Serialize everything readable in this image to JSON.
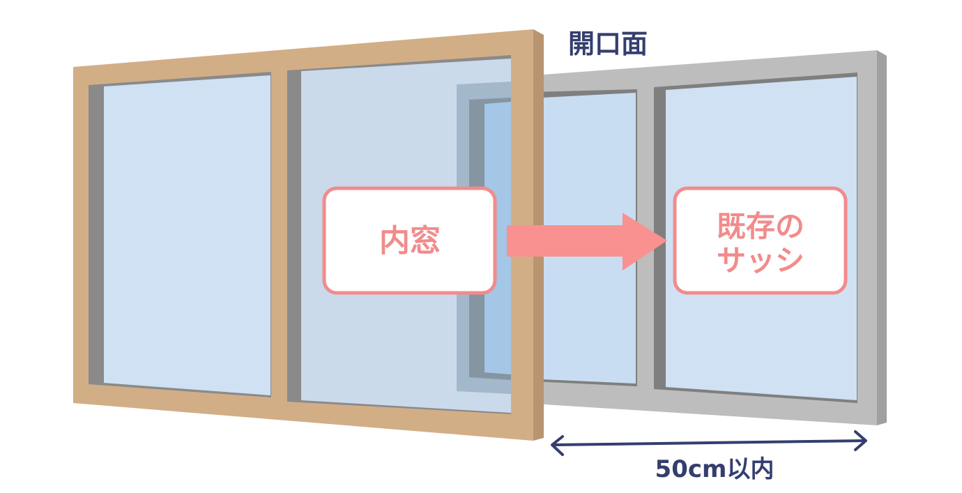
{
  "labels": {
    "opening_face": "開口面",
    "inner_window": "内窓",
    "existing_sash_line1": "既存の",
    "existing_sash_line2": "サッシ",
    "distance": "50cm以内"
  },
  "colors": {
    "inner_frame": "#d2ae86",
    "inner_frame_side": "#b89470",
    "inner_frame_shadow": "#8a8a8a",
    "outer_frame": "#bdbdbd",
    "outer_frame_side": "#a0a0a0",
    "outer_frame_shadow": "#7f7f7f",
    "glass": "#cfe1f3",
    "glass_deep": "#a7cbee",
    "wall_recess": "#9eb2c7",
    "wall_recess_dark": "#808e99",
    "accent_pink": "#f28b8b",
    "arrow_pink": "#f99191",
    "navy": "#343e6e"
  }
}
